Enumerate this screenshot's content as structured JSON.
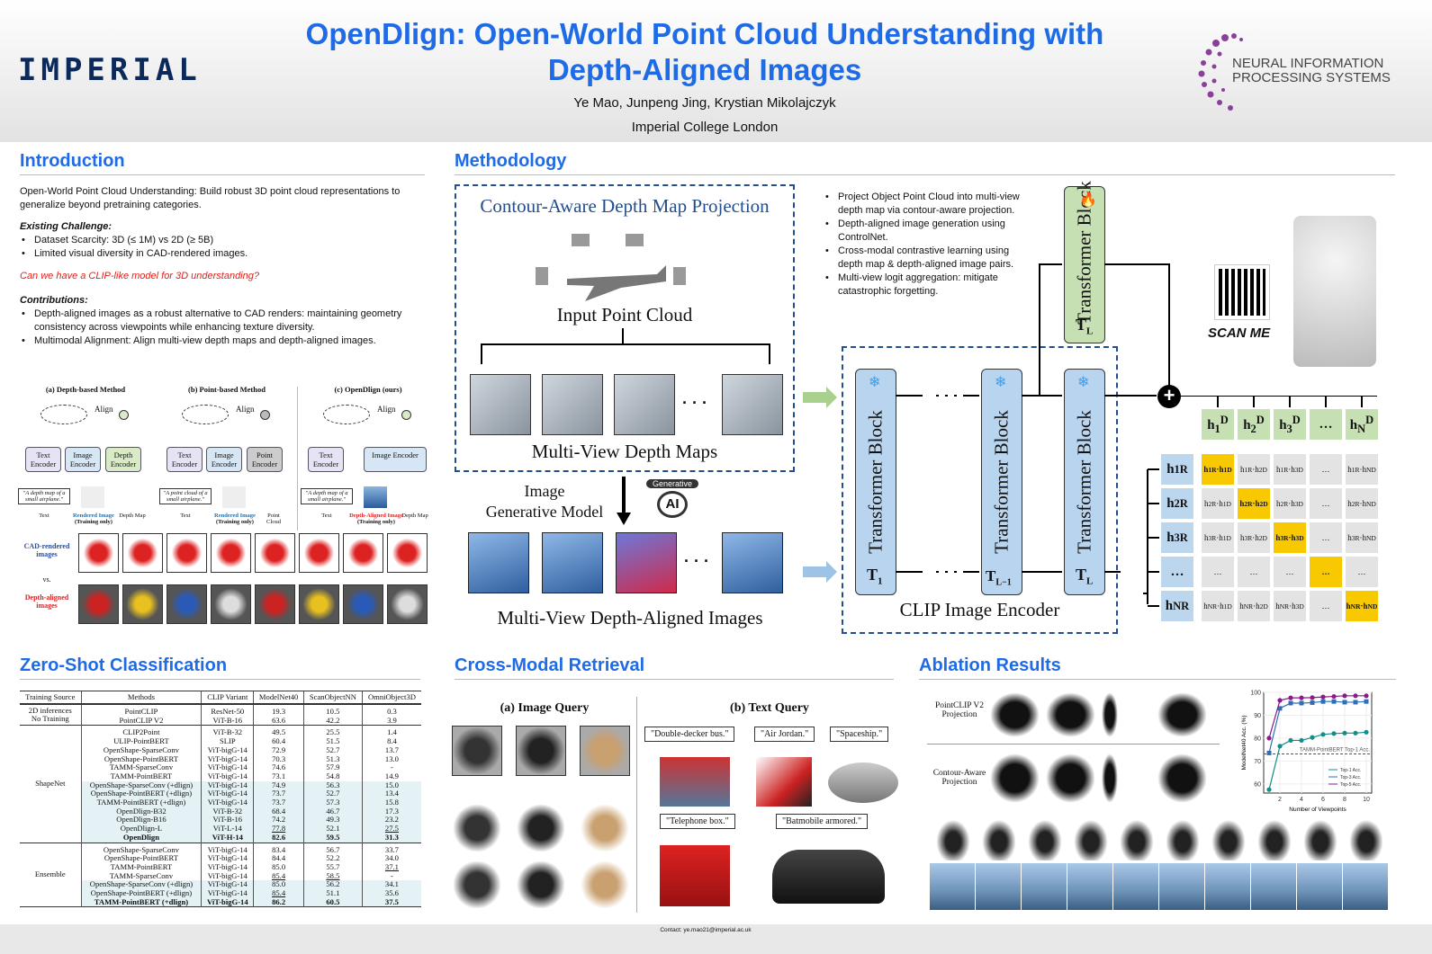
{
  "header": {
    "logo": "IMPERIAL",
    "title_line1": "OpenDlign: Open-World Point Cloud Understanding with",
    "title_line2": "Depth-Aligned Images",
    "authors": "Ye Mao, Junpeng Jing, Krystian Mikolajczyk",
    "affiliation": "Imperial College London",
    "conference_line1": "NEURAL INFORMATION",
    "conference_line2": "PROCESSING SYSTEMS"
  },
  "intro": {
    "heading": "Introduction",
    "summary": "Open-World Point Cloud Understanding: Build robust 3D point cloud representations to generalize beyond pretraining categories.",
    "challenge_title": "Existing Challenge:",
    "challenges": [
      "Dataset Scarcity: 3D (≤ 1M) vs 2D (≥ 5B)",
      "Limited visual diversity in CAD-rendered images."
    ],
    "question": "Can we have a CLIP-like model for 3D understanding?",
    "contrib_title": "Contributions:",
    "contributions": [
      "Depth-aligned images as a robust alternative to CAD renders: maintaining geometry consistency across viewpoints while enhancing texture diversity.",
      "Multimodal Alignment: Align multi-view depth maps and depth-aligned images."
    ],
    "figure": {
      "panels": [
        {
          "title": "(a) Depth-based Method",
          "enc1": "Text Encoder",
          "enc2": "Image Encoder",
          "enc3": "Depth Encoder",
          "quote": "\"A depth map of a small airplane.\"",
          "lab1": "Text",
          "lab2": "Rendered Image",
          "lab2b": "(Training only)",
          "lab3": "Depth Map"
        },
        {
          "title": "(b) Point-based Method",
          "enc1": "Text Encoder",
          "enc2": "Image Encoder",
          "enc3": "Point Encoder",
          "quote": "\"A point cloud of a small airplane.\"",
          "lab1": "Text",
          "lab2": "Rendered Image",
          "lab2b": "(Training only)",
          "lab3": "Point Cloud"
        },
        {
          "title": "(c) OpenDlign (ours)",
          "enc1": "Text Encoder",
          "enc2": "Image Encoder",
          "enc3": "",
          "quote": "\"A depth map of a small airplane.\"",
          "lab1": "Text",
          "lab2": "Depth-Aligned Image",
          "lab2b": "(Training only)",
          "lab3": "Depth Map"
        }
      ],
      "align": "Align",
      "row1": "CAD-rendered images",
      "vs": "vs.",
      "row2": "Depth-aligned images"
    }
  },
  "method": {
    "heading": "Methodology",
    "box_title": "Contour-Aware Depth Map Projection",
    "input_label": "Input Point Cloud",
    "depth_label": "Multi-View Depth Maps",
    "gen_label_1": "Image",
    "gen_label_2": "Generative Model",
    "gen_icon_text": "Generative",
    "ai": "AI",
    "aligned_label": "Multi-View Depth-Aligned Images",
    "dots": "· · ·",
    "bullets": [
      "Project Object Point Cloud into multi-view depth map via contour-aware projection.",
      "Depth-aligned image generation using ControlNet.",
      "Cross-modal contrastive learning using depth map & depth-aligned image pairs.",
      "Multi-view logit aggregation: mitigate catastrophic forgetting."
    ],
    "block_label": "Transformer Block",
    "t_top": "T",
    "t1": "T",
    "t1_sub": "1",
    "tl1_sub": "L−1",
    "tl_sub": "L",
    "encoder_label": "CLIP Image Encoder",
    "scan": "SCAN ME",
    "matrix": {
      "indices": [
        "1",
        "2",
        "3",
        "…",
        "N"
      ],
      "ellipsis": "…"
    }
  },
  "zeroshot": {
    "heading": "Zero-Shot Classification",
    "columns": [
      "Training Source",
      "Methods",
      "CLIP Variant",
      "ModelNet40",
      "ScanObjectNN",
      "OmniObject3D"
    ],
    "groups": [
      {
        "source": [
          "2D inferences",
          "No Training"
        ],
        "rows": [
          [
            "PointCLIP",
            "ResNet-50",
            "19.3",
            "10.5",
            "0.3"
          ],
          [
            "PointCLIP V2",
            "ViT-B-16",
            "63.6",
            "42.2",
            "3.9"
          ]
        ]
      },
      {
        "source": [
          "ShapeNet"
        ],
        "rows": [
          [
            "CLIP2Point",
            "ViT-B-32",
            "49.5",
            "25.5",
            "1.4"
          ],
          [
            "ULIP-PointBERT",
            "SLIP",
            "60.4",
            "51.5",
            "8.4"
          ],
          [
            "OpenShape-SparseConv",
            "ViT-bigG-14",
            "72.9",
            "52.7",
            "13.7"
          ],
          [
            "OpenShape-PointBERT",
            "ViT-bigG-14",
            "70.3",
            "51.3",
            "13.0"
          ],
          [
            "TAMM-SparseConv",
            "ViT-bigG-14",
            "74.6",
            "57.9",
            "-"
          ],
          [
            "TAMM-PointBERT",
            "ViT-bigG-14",
            "73.1",
            "54.8",
            "14.9"
          ],
          [
            "OpenShape-SparseConv (+dlign)",
            "ViT-bigG-14",
            "74.9",
            "56.3",
            "15.0",
            "hl"
          ],
          [
            "OpenShape-PointBERT (+dlign)",
            "ViT-bigG-14",
            "73.7",
            "52.7",
            "13.4",
            "hl"
          ],
          [
            "TAMM-PointBERT (+dlign)",
            "ViT-bigG-14",
            "73.7",
            "57.3",
            "15.8",
            "hl"
          ],
          [
            "OpenDlign-B32",
            "ViT-B-32",
            "68.4",
            "46.7",
            "17.3",
            "hl"
          ],
          [
            "OpenDlign-B16",
            "ViT-B-16",
            "74.2",
            "49.3",
            "23.2",
            "hl"
          ],
          [
            "OpenDlign-L",
            "ViT-L-14",
            "77.8",
            "52.1",
            "27.5",
            "hl"
          ],
          [
            "OpenDlign",
            "ViT-H-14",
            "82.6",
            "59.5",
            "31.3",
            "hlb"
          ]
        ]
      },
      {
        "source": [
          "Ensemble"
        ],
        "rows": [
          [
            "OpenShape-SparseConv",
            "ViT-bigG-14",
            "83.4",
            "56.7",
            "33.7"
          ],
          [
            "OpenShape-PointBERT",
            "ViT-bigG-14",
            "84.4",
            "52.2",
            "34.0"
          ],
          [
            "TAMM-PointBERT",
            "ViT-bigG-14",
            "85.0",
            "55.7",
            "37.1"
          ],
          [
            "TAMM-SparseConv",
            "ViT-bigG-14",
            "85.4",
            "58.5",
            "-"
          ],
          [
            "OpenShape-SparseConv (+dlign)",
            "ViT-bigG-14",
            "85.0",
            "56.2",
            "34.1",
            "hl"
          ],
          [
            "OpenShape-PointBERT (+dlign)",
            "ViT-bigG-14",
            "85.4",
            "51.1",
            "35.6",
            "hl"
          ],
          [
            "TAMM-PointBERT (+dlign)",
            "ViT-bigG-14",
            "86.2",
            "60.5",
            "37.5",
            "hlb"
          ]
        ]
      }
    ]
  },
  "retrieval": {
    "heading": "Cross-Modal Retrieval",
    "image_query": "(a) Image Query",
    "text_query": "(b) Text Query",
    "queries": [
      "\"Double-decker bus.\"",
      "\"Air Jordan.\"",
      "\"Spaceship.\"",
      "\"Telephone box.\"",
      "\"Batmobile armored.\""
    ]
  },
  "ablation": {
    "heading": "Ablation Results",
    "row1": "PointCLIP V2 Projection",
    "row2": "Contour-Aware Projection"
  },
  "chart_data": {
    "type": "line",
    "title": "",
    "xlabel": "Number of Viewpoints",
    "ylabel": "ModelNet40 Acc. (%)",
    "xlim": [
      0.5,
      10.5
    ],
    "ylim": [
      56,
      100
    ],
    "xticks": [
      2,
      4,
      6,
      8,
      10
    ],
    "yticks": [
      60,
      70,
      80,
      90,
      100
    ],
    "grid": true,
    "legend": "bottom-right",
    "x": [
      1,
      2,
      3,
      4,
      5,
      6,
      7,
      8,
      9,
      10
    ],
    "series": [
      {
        "name": "Top-1 Acc.",
        "color": "#138f8a",
        "values": [
          57.5,
          76.5,
          79.0,
          79.0,
          80.3,
          81.6,
          82.0,
          82.2,
          82.2,
          82.6
        ]
      },
      {
        "name": "Top-3 Acc.",
        "color": "#2f6fb8",
        "values": [
          73.5,
          93.0,
          95.3,
          95.3,
          95.5,
          96.0,
          96.0,
          95.7,
          95.7,
          96.0
        ]
      },
      {
        "name": "Top-5 Acc.",
        "color": "#8b1a8b",
        "values": [
          80.0,
          96.5,
          97.6,
          97.6,
          97.7,
          98.0,
          98.2,
          98.5,
          98.5,
          98.5
        ]
      }
    ],
    "reference_line": {
      "label": "TAMM-PointBERT Top-1 Acc.",
      "value": 73.1
    }
  },
  "footer": {
    "contact": "Contact: ye.mao21@imperial.ac.uk"
  }
}
